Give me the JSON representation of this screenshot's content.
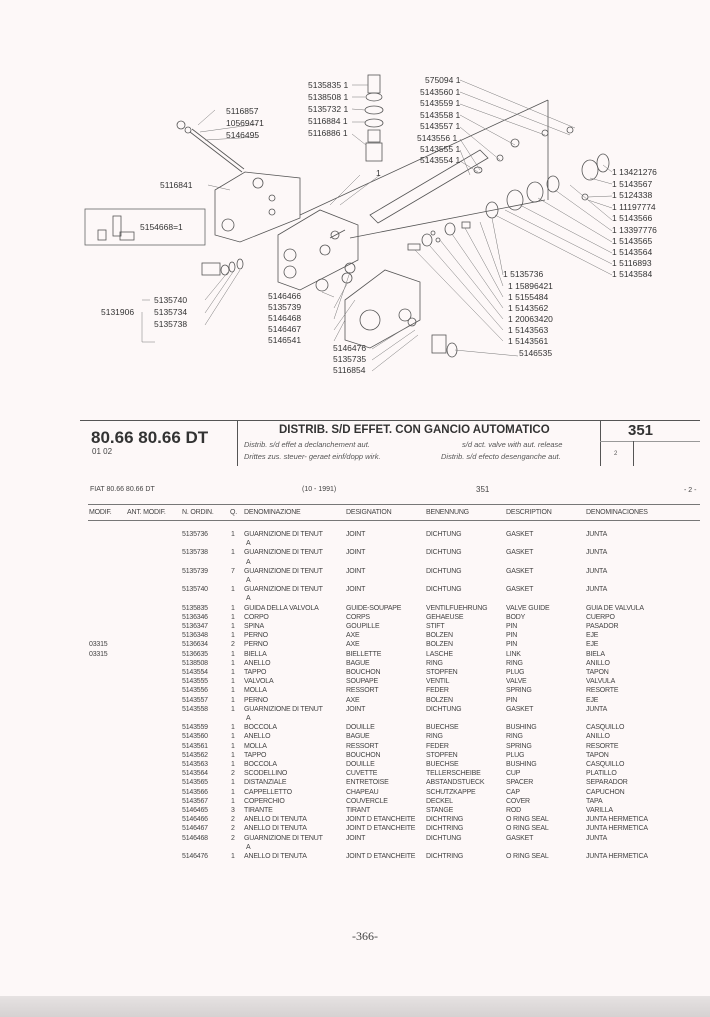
{
  "diagram": {
    "callout_1": "1",
    "left_top": [
      "5116857",
      "10569471",
      "5146495"
    ],
    "left_mid": "5116841",
    "inset_label": "5154668=1",
    "group_5131906": "5131906",
    "left_bottom": [
      "5135740",
      "5135734",
      "5135738"
    ],
    "top_center": [
      "5135835 1",
      "5138508 1",
      "5135732 1",
      "5116884 1",
      "5116886 1"
    ],
    "top_right": [
      "575094 1",
      "5143560 1",
      "5143559 1",
      "5143558 1",
      "5143557 1",
      "5143556 1",
      "5143555 1",
      "5143554 1"
    ],
    "right_col": [
      "1 13421276",
      "1 5143567",
      "1 5124338",
      "1 11197774",
      "1 5143566",
      "1 13397776",
      "1 5143565",
      "1 5143564",
      "1 5116893",
      "1 5143584"
    ],
    "bottom_right": [
      "1 5135736",
      "1 15896421",
      "1 5155484",
      "1 5143562",
      "1 20063420",
      "1 5143563",
      "1 5143561",
      "5146535"
    ],
    "center_left": [
      "5146466",
      "5135739",
      "5146468",
      "5146467",
      "5146541"
    ],
    "center_bottom": [
      "5146476",
      "5135735",
      "5116854"
    ]
  },
  "header": {
    "model": "80.66 80.66 DT",
    "code": "01 02",
    "title": "DISTRIB. S/D EFFET. CON GANCIO AUTOMATICO",
    "fr": "Distrib. s/d effet a declanchement aut.",
    "en": "s/d act. valve with aut. release",
    "de": "Drittes zus. steuer- geraet einf/dopp wirk.",
    "es": "Distrib. s/d efecto desenganche aut.",
    "group": "351",
    "sheet": "2"
  },
  "subheader": {
    "model": "FIAT 80.66 80.66 DT",
    "date": "(10 - 1991)",
    "group": "351",
    "page": "- 2 -"
  },
  "columns": [
    "MODIF.",
    "ANT. MODIF.",
    "N. ORDIN.",
    "Q.",
    "DENOMINAZIONE",
    "DESIGNATION",
    "BENENNUNG",
    "DESCRIPTION",
    "DENOMINACIONES"
  ],
  "rows": [
    {
      "modif": "",
      "part": "5135736",
      "q": "1",
      "it": "GUARNIZIONE DI TENUT",
      "it2": "A",
      "fr": "JOINT",
      "de": "DICHTUNG",
      "en": "GASKET",
      "es": "JUNTA"
    },
    {
      "modif": "",
      "part": "5135738",
      "q": "1",
      "it": "GUARNIZIONE DI TENUT",
      "it2": "A",
      "fr": "JOINT",
      "de": "DICHTUNG",
      "en": "GASKET",
      "es": "JUNTA"
    },
    {
      "modif": "",
      "part": "5135739",
      "q": "7",
      "it": "GUARNIZIONE DI TENUT",
      "it2": "A",
      "fr": "JOINT",
      "de": "DICHTUNG",
      "en": "GASKET",
      "es": "JUNTA"
    },
    {
      "modif": "",
      "part": "5135740",
      "q": "1",
      "it": "GUARNIZIONE DI TENUT",
      "it2": "A",
      "fr": "JOINT",
      "de": "DICHTUNG",
      "en": "GASKET",
      "es": "JUNTA"
    },
    {
      "modif": "",
      "part": "5135835",
      "q": "1",
      "it": "GUIDA DELLA VALVOLA",
      "fr": "GUIDE-SOUPAPE",
      "de": "VENTILFUEHRUNG",
      "en": "VALVE GUIDE",
      "es": "GUIA DE VALVULA"
    },
    {
      "modif": "",
      "part": "5136346",
      "q": "1",
      "it": "CORPO",
      "fr": "CORPS",
      "de": "GEHAEUSE",
      "en": "BODY",
      "es": "CUERPO"
    },
    {
      "modif": "",
      "part": "5136347",
      "q": "1",
      "it": "SPINA",
      "fr": "GOUPILLE",
      "de": "STIFT",
      "en": "PIN",
      "es": "PASADOR"
    },
    {
      "modif": "",
      "part": "5136348",
      "q": "1",
      "it": "PERNO",
      "fr": "AXE",
      "de": "BOLZEN",
      "en": "PIN",
      "es": "EJE"
    },
    {
      "modif": "03315",
      "part": "5136634",
      "q": "2",
      "it": "PERNO",
      "fr": "AXE",
      "de": "BOLZEN",
      "en": "PIN",
      "es": "EJE"
    },
    {
      "modif": "03315",
      "part": "5136635",
      "q": "1",
      "it": "BIELLA",
      "fr": "BIELLETTE",
      "de": "LASCHE",
      "en": "LINK",
      "es": "BIELA"
    },
    {
      "modif": "",
      "part": "5138508",
      "q": "1",
      "it": "ANELLO",
      "fr": "BAGUE",
      "de": "RING",
      "en": "RING",
      "es": "ANILLO"
    },
    {
      "modif": "",
      "part": "5143554",
      "q": "1",
      "it": "TAPPO",
      "fr": "BOUCHON",
      "de": "STOPFEN",
      "en": "PLUG",
      "es": "TAPON"
    },
    {
      "modif": "",
      "part": "5143555",
      "q": "1",
      "it": "VALVOLA",
      "fr": "SOUPAPE",
      "de": "VENTIL",
      "en": "VALVE",
      "es": "VALVULA"
    },
    {
      "modif": "",
      "part": "5143556",
      "q": "1",
      "it": "MOLLA",
      "fr": "RESSORT",
      "de": "FEDER",
      "en": "SPRING",
      "es": "RESORTE"
    },
    {
      "modif": "",
      "part": "5143557",
      "q": "1",
      "it": "PERNO",
      "fr": "AXE",
      "de": "BOLZEN",
      "en": "PIN",
      "es": "EJE"
    },
    {
      "modif": "",
      "part": "5143558",
      "q": "1",
      "it": "GUARNIZIONE DI TENUT",
      "it2": "A",
      "fr": "JOINT",
      "de": "DICHTUNG",
      "en": "GASKET",
      "es": "JUNTA"
    },
    {
      "modif": "",
      "part": "5143559",
      "q": "1",
      "it": "BOCCOLA",
      "fr": "DOUILLE",
      "de": "BUECHSE",
      "en": "BUSHING",
      "es": "CASQUILLO"
    },
    {
      "modif": "",
      "part": "5143560",
      "q": "1",
      "it": "ANELLO",
      "fr": "BAGUE",
      "de": "RING",
      "en": "RING",
      "es": "ANILLO"
    },
    {
      "modif": "",
      "part": "5143561",
      "q": "1",
      "it": "MOLLA",
      "fr": "RESSORT",
      "de": "FEDER",
      "en": "SPRING",
      "es": "RESORTE"
    },
    {
      "modif": "",
      "part": "5143562",
      "q": "1",
      "it": "TAPPO",
      "fr": "BOUCHON",
      "de": "STOPFEN",
      "en": "PLUG",
      "es": "TAPON"
    },
    {
      "modif": "",
      "part": "5143563",
      "q": "1",
      "it": "BOCCOLA",
      "fr": "DOUILLE",
      "de": "BUECHSE",
      "en": "BUSHING",
      "es": "CASQUILLO"
    },
    {
      "modif": "",
      "part": "5143564",
      "q": "2",
      "it": "SCODELLINO",
      "fr": "CUVETTE",
      "de": "TELLERSCHEIBE",
      "en": "CUP",
      "es": "PLATILLO"
    },
    {
      "modif": "",
      "part": "5143565",
      "q": "1",
      "it": "DISTANZIALE",
      "fr": "ENTRETOISE",
      "de": "ABSTANDSTUECK",
      "en": "SPACER",
      "es": "SEPARADOR"
    },
    {
      "modif": "",
      "part": "5143566",
      "q": "1",
      "it": "CAPPELLETTO",
      "fr": "CHAPEAU",
      "de": "SCHUTZKAPPE",
      "en": "CAP",
      "es": "CAPUCHON"
    },
    {
      "modif": "",
      "part": "5143567",
      "q": "1",
      "it": "COPERCHIO",
      "fr": "COUVERCLE",
      "de": "DECKEL",
      "en": "COVER",
      "es": "TAPA"
    },
    {
      "modif": "",
      "part": "5146465",
      "q": "3",
      "it": "TIRANTE",
      "fr": "TIRANT",
      "de": "STANGE",
      "en": "ROD",
      "es": "VARILLA"
    },
    {
      "modif": "",
      "part": "5146466",
      "q": "2",
      "it": "ANELLO DI TENUTA",
      "fr": "JOINT D ETANCHEITE",
      "de": "DICHTRING",
      "en": "O RING SEAL",
      "es": "JUNTA HERMETICA"
    },
    {
      "modif": "",
      "part": "5146467",
      "q": "2",
      "it": "ANELLO DI TENUTA",
      "fr": "JOINT D ETANCHEITE",
      "de": "DICHTRING",
      "en": "O RING SEAL",
      "es": "JUNTA HERMETICA"
    },
    {
      "modif": "",
      "part": "5146468",
      "q": "2",
      "it": "GUARNIZIONE DI TENUT",
      "it2": "A",
      "fr": "JOINT",
      "de": "DICHTUNG",
      "en": "GASKET",
      "es": "JUNTA"
    },
    {
      "modif": "",
      "part": "5146476",
      "q": "1",
      "it": "ANELLO DI TENUTA",
      "fr": "JOINT D ETANCHEITE",
      "de": "DICHTRING",
      "en": "O RING SEAL",
      "es": "JUNTA HERMETICA"
    }
  ],
  "footer": {
    "page_number": "-366-"
  }
}
